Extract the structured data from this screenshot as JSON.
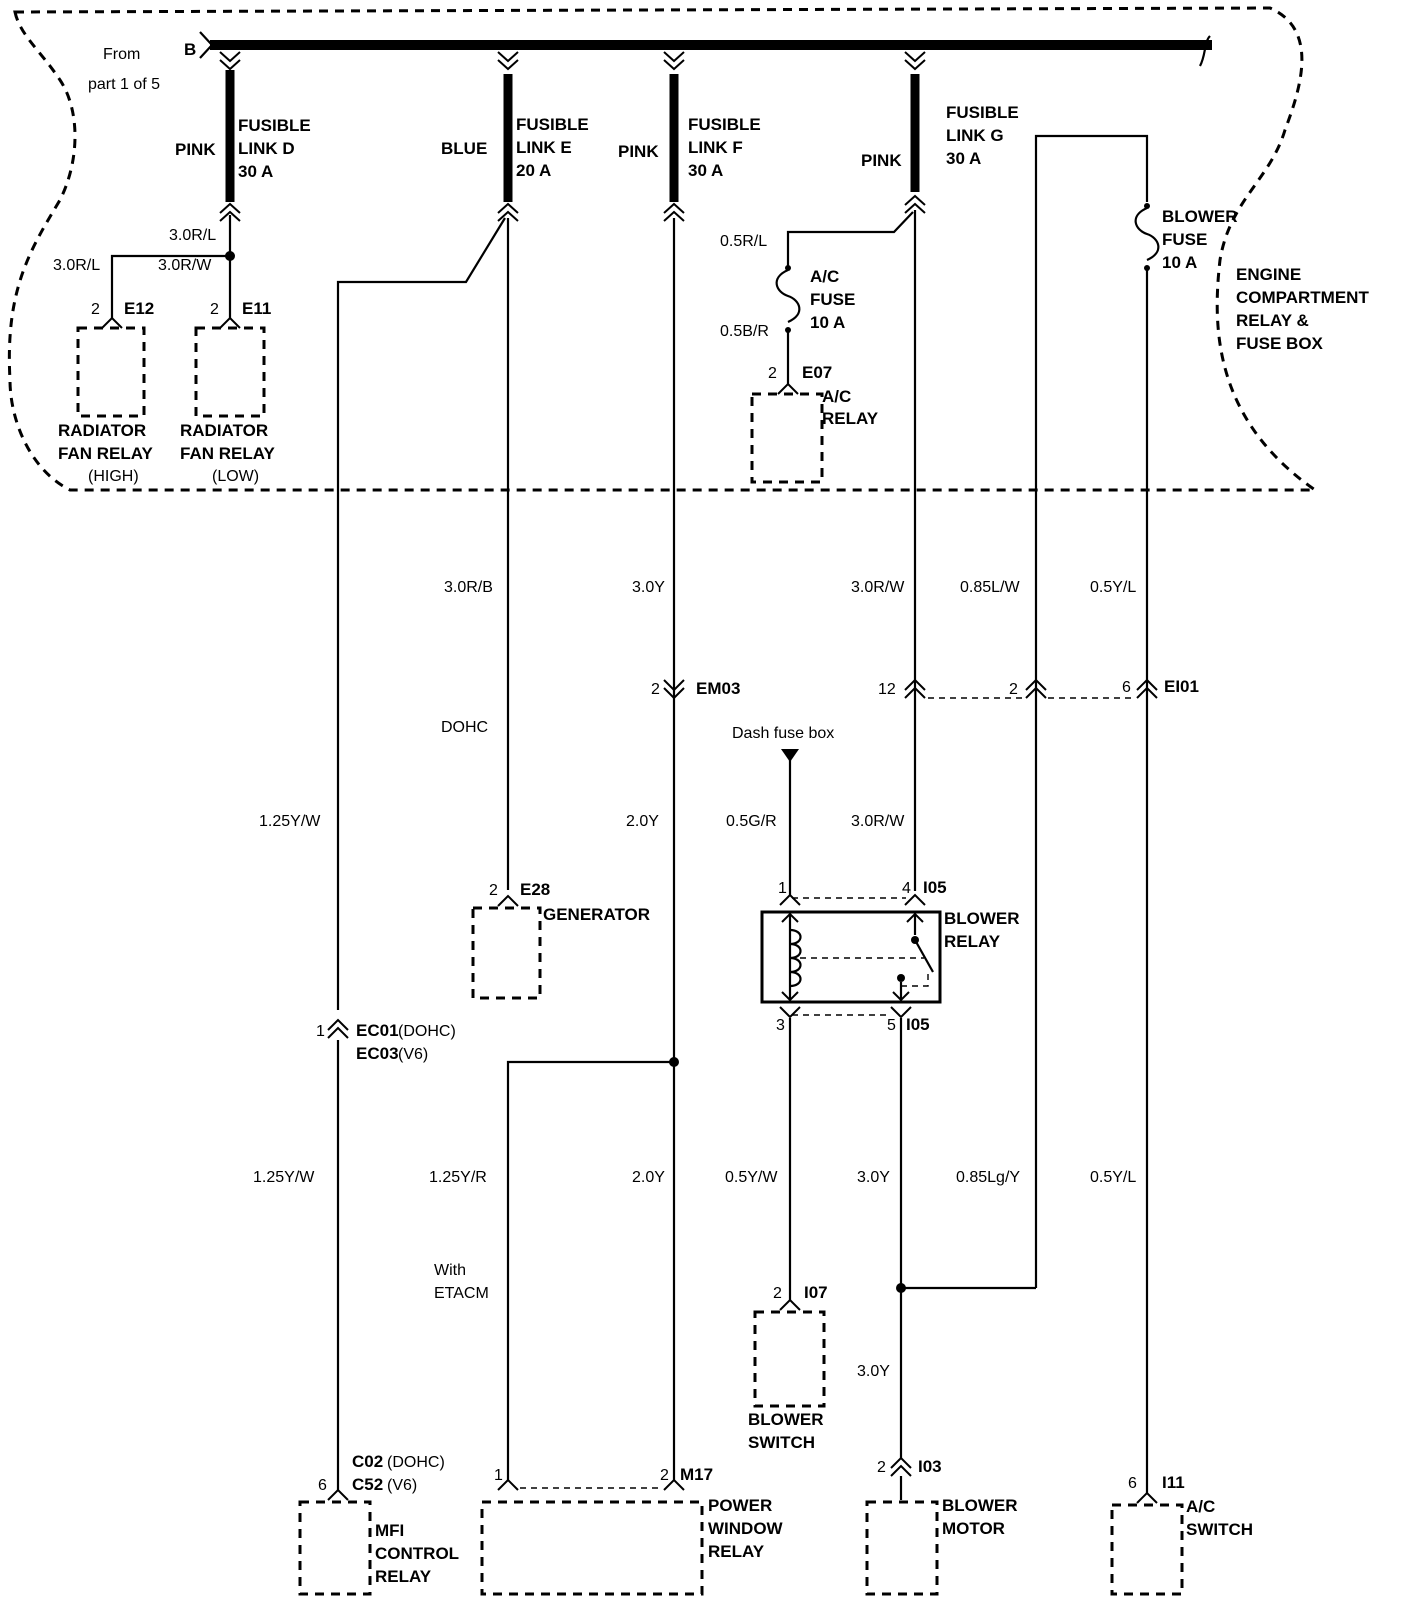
{
  "header": {
    "from_line1": "From",
    "from_line2": "part 1 of 5",
    "bus_letter": "B"
  },
  "fusible_links": [
    {
      "id": "d",
      "color": "PINK",
      "line1": "FUSIBLE",
      "line2": "LINK D",
      "rating": "30 A"
    },
    {
      "id": "e",
      "color": "BLUE",
      "line1": "FUSIBLE",
      "line2": "LINK E",
      "rating": "20 A"
    },
    {
      "id": "f",
      "color": "PINK",
      "line1": "FUSIBLE",
      "line2": "LINK F",
      "rating": "30 A"
    },
    {
      "id": "g",
      "color": "PINK",
      "line1": "FUSIBLE",
      "line2": "LINK G",
      "rating": "30 A"
    }
  ],
  "fuses": {
    "ac": {
      "line1": "A/C",
      "line2": "FUSE",
      "rating": "10 A"
    },
    "blower": {
      "line1": "BLOWER",
      "line2": "FUSE",
      "rating": "10 A"
    }
  },
  "box_label": [
    "ENGINE",
    "COMPARTMENT",
    "RELAY &",
    "FUSE BOX"
  ],
  "wires": {
    "d_main": "3.0R/L",
    "e12": "3.0R/L",
    "e11": "3.0R/W",
    "ac_in": "0.5R/L",
    "ac_out": "0.5B/R",
    "e_down": "3.0R/B",
    "f_down": "3.0Y",
    "g_down": "3.0R/W",
    "lw": "0.85L/W",
    "yl_top": "0.5Y/L",
    "mfi_upper": "1.25Y/W",
    "f_mid": "2.0Y",
    "dash_wire": "0.5G/R",
    "g_mid": "3.0R/W",
    "mfi_lower": "1.25Y/W",
    "etacm_wire": "1.25Y/R",
    "f_lower": "2.0Y",
    "switch_wire": "0.5Y/W",
    "motor_upper": "3.0Y",
    "lgy": "0.85Lg/Y",
    "yl_bottom": "0.5Y/L",
    "motor_lower": "3.0Y"
  },
  "connectors": {
    "e12": {
      "pin": "2",
      "id": "E12"
    },
    "e11": {
      "pin": "2",
      "id": "E11"
    },
    "e07": {
      "pin": "2",
      "id": "E07"
    },
    "em03": {
      "pin": "2",
      "id": "EM03"
    },
    "ei01": {
      "pins": [
        "12",
        "2",
        "6"
      ],
      "id": "EI01"
    },
    "e28": {
      "pin": "2",
      "id": "E28"
    },
    "ec01": {
      "pin": "1",
      "id1": "EC01",
      "note1": "(DOHC)",
      "id2": "EC03",
      "note2": "(V6)"
    },
    "i05_top": {
      "pins": [
        "1",
        "4"
      ],
      "id": "I05"
    },
    "i05_bottom": {
      "pins": [
        "3",
        "5"
      ],
      "id": "I05"
    },
    "i07": {
      "pin": "2",
      "id": "I07"
    },
    "c02": {
      "pin": "6",
      "id1": "C02",
      "note1": "(DOHC)",
      "id2": "C52",
      "note2": "(V6)"
    },
    "m17": {
      "pins": [
        "1",
        "2"
      ],
      "id": "M17"
    },
    "i03": {
      "pin": "2",
      "id": "I03"
    },
    "i11": {
      "pin": "6",
      "id": "I11"
    }
  },
  "components": {
    "fan_high": [
      "RADIATOR",
      "FAN RELAY",
      "(HIGH)"
    ],
    "fan_low": [
      "RADIATOR",
      "FAN RELAY",
      "(LOW)"
    ],
    "ac_relay": [
      "A/C",
      "RELAY"
    ],
    "generator": "GENERATOR",
    "blower_relay": [
      "BLOWER",
      "RELAY"
    ],
    "blower_switch": [
      "BLOWER",
      "SWITCH"
    ],
    "mfi_relay": [
      "MFI",
      "CONTROL",
      "RELAY"
    ],
    "power_window_relay": [
      "POWER",
      "WINDOW",
      "RELAY"
    ],
    "blower_motor": [
      "BLOWER",
      "MOTOR"
    ],
    "ac_switch": [
      "A/C",
      "SWITCH"
    ]
  },
  "notes": {
    "dohc": "DOHC",
    "dash_fuse_box": "Dash fuse box",
    "with": "With",
    "etacm": "ETACM"
  }
}
